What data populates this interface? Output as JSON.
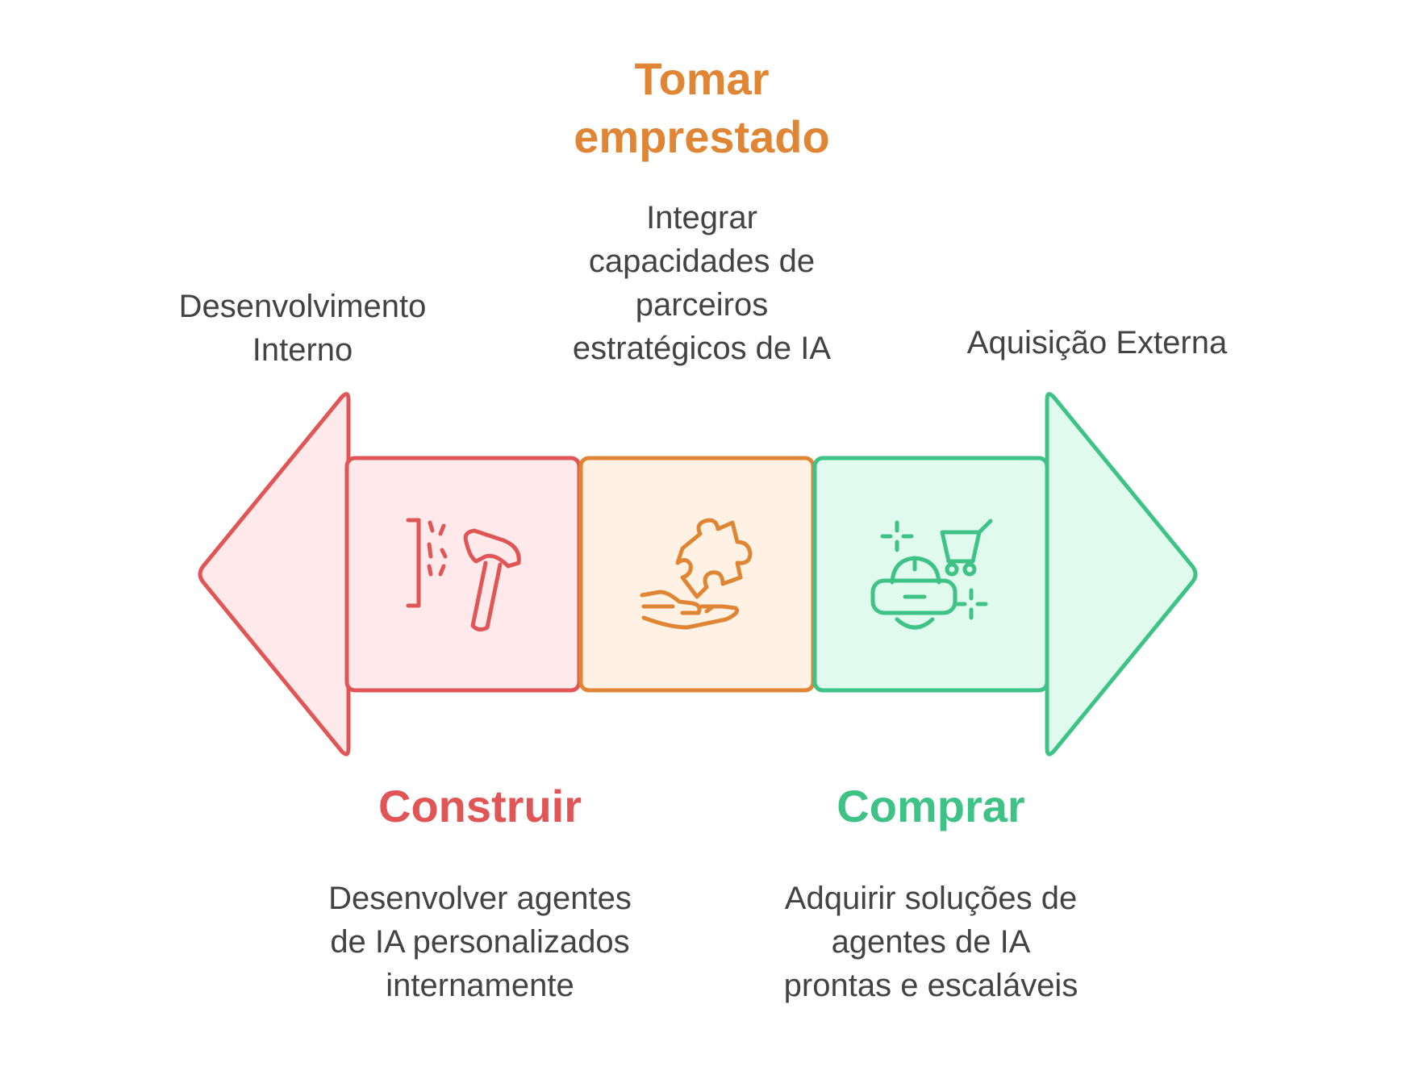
{
  "colors": {
    "build": "#e05656",
    "build_fill": "#ffe9ea",
    "borrow": "#df8534",
    "borrow_fill": "#fff1e3",
    "buy": "#3ec285",
    "buy_fill": "#e0fbee",
    "text": "#434343"
  },
  "borrow": {
    "title": "Tomar\nemprestado",
    "description": "Integrar\ncapacidades de\nparceiros\nestratégicos de IA",
    "icon": "puzzle-hand-icon"
  },
  "build": {
    "title": "Construir",
    "description": "Desenvolver agentes\nde IA personalizados\ninternamente",
    "icon": "hammer-icon",
    "end_label": "Desenvolvimento\nInterno"
  },
  "buy": {
    "title": "Comprar",
    "description": "Adquirir soluções de\nagentes de IA\nprontas e escaláveis",
    "icon": "vr-cart-icon",
    "end_label": "Aquisição Externa"
  }
}
